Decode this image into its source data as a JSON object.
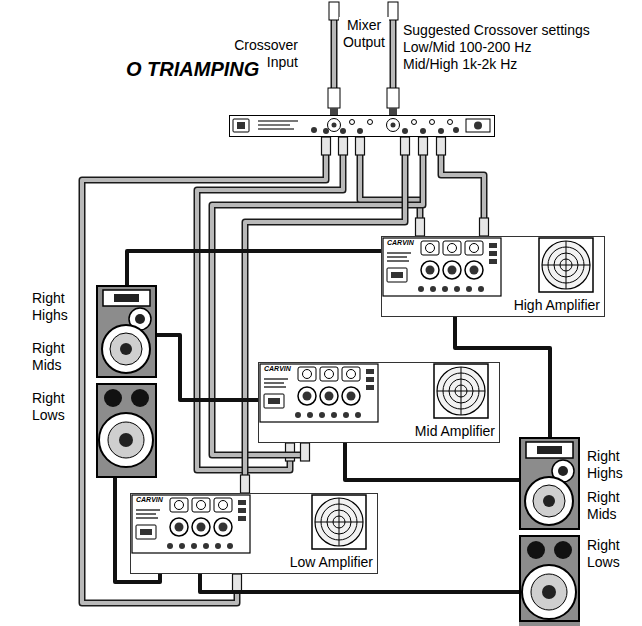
{
  "diagram": {
    "title": "O TRIAMPING",
    "nodes": [
      {
        "text": [
          "Crossover Input"
        ]
      },
      {
        "text": [
          "High Amplifier"
        ]
      },
      {
        "text": [
          "Right Highs",
          "Right Mids"
        ]
      },
      {
        "text": [
          "Mid Amplifier"
        ]
      },
      {
        "text": [
          "Right Lows"
        ]
      },
      {
        "text": [
          "Right Highs",
          "Right Mids"
        ]
      },
      {
        "text": [
          "Low Amplifier"
        ]
      },
      {
        "text": [
          "Right Lows"
        ]
      }
    ],
    "edges": [
      {
        "from": 0,
        "to": 1,
        "arrow": "none"
      },
      {
        "from": 0,
        "to": 1,
        "arrow": "none"
      },
      {
        "from": 0,
        "to": 3,
        "arrow": "none"
      },
      {
        "from": 0,
        "to": 3,
        "arrow": "none"
      },
      {
        "from": 0,
        "to": 6,
        "arrow": "none"
      },
      {
        "from": 0,
        "to": 6,
        "arrow": "none"
      },
      {
        "from": 1,
        "to": 2,
        "arrow": "none"
      },
      {
        "from": 1,
        "to": 5,
        "arrow": "none"
      },
      {
        "from": 3,
        "to": 2,
        "arrow": "none"
      },
      {
        "from": 3,
        "to": 5,
        "arrow": "none"
      },
      {
        "from": 6,
        "to": 4,
        "arrow": "none"
      },
      {
        "from": 6,
        "to": 7,
        "arrow": "none"
      }
    ],
    "labels": [
      "Mixer Output",
      "Suggested Crossover settings",
      "Low/Mid 100-200 Hz",
      "Mid/High 1k-2k Hz",
      "CARVIN",
      "CARVIN",
      "CARVIN"
    ]
  }
}
